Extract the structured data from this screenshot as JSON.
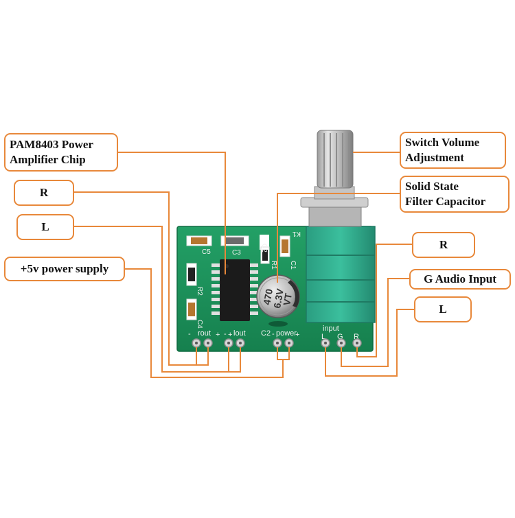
{
  "callouts": {
    "chip": "PAM8403 Power\nAmplifier Chip",
    "r_left": "R",
    "l_left": "L",
    "power": "+5v power supply",
    "switch": "Switch Volume\nAdjustment",
    "capacitor": "Solid State\nFilter Capacitor",
    "r_right": "R",
    "audio_input": "G Audio Input",
    "l_right": "L"
  },
  "board_labels": {
    "c5": "C5",
    "c3": "C3",
    "c2": "C2",
    "r1": "R1",
    "c1": "C1",
    "k1": "K1",
    "r2": "R2",
    "c4": "C4",
    "cap_value": "470",
    "cap_voltage": "6.3V",
    "cap_code": "VT",
    "rout": "rout",
    "lout": "lout",
    "c2_pad": "C2",
    "power": "power",
    "input": "input",
    "minus1": "-",
    "plus1": "+",
    "minus2": "-",
    "plus2": "+",
    "minus3": "-",
    "plus3": "+",
    "in_l": "L",
    "in_g": "G",
    "in_r": "R"
  },
  "colors": {
    "leader": "#e8883a",
    "pcb": "#1c8f5a",
    "potentiometer": "#2fa88a"
  }
}
